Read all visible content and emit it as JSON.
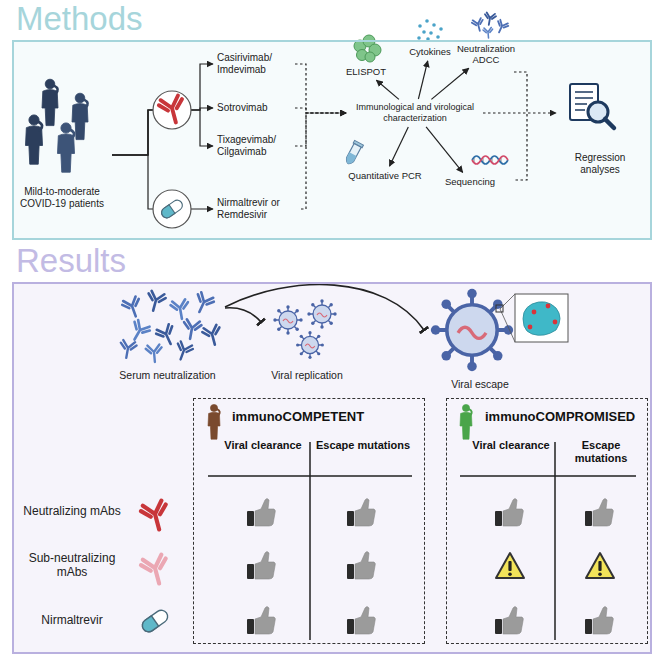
{
  "diagram": {
    "nodes": [
      {
        "text": [
          "Methods"
        ]
      },
      {
        "text": [
          "Mild-to-moderate COVID-19 patients"
        ],
        "in": 0
      },
      {
        "text": [
          "Casirivimab/ Imdevimab"
        ],
        "in": 0
      },
      {
        "text": [
          "Sotrovimab"
        ],
        "in": 0
      },
      {
        "text": [
          "Tixagevimab/ Cilgavimab"
        ],
        "in": 0
      },
      {
        "text": [
          "Nirmaltrevir or Remdesivir"
        ],
        "in": 0
      },
      {
        "text": [
          "Immunological and virological characterization"
        ],
        "in": 0
      },
      {
        "text": [
          "ELISPOT"
        ],
        "in": 0
      },
      {
        "text": [
          "Cytokines"
        ],
        "in": 0
      },
      {
        "text": [
          "Neutralization ADCC"
        ],
        "in": 0
      },
      {
        "text": [
          "Quantitative PCR"
        ],
        "in": 0
      },
      {
        "text": [
          "Sequencing"
        ],
        "in": 0
      },
      {
        "text": [
          "Regression analyses"
        ],
        "in": 0
      },
      {
        "text": [
          "Results"
        ]
      },
      {
        "text": [
          "Serum neutralization"
        ],
        "in": 13
      },
      {
        "text": [
          "Viral replication"
        ],
        "in": 13
      },
      {
        "text": [
          "Viral escape"
        ],
        "in": 13
      },
      {
        "text": [
          "immunoCOMPETENT",
          "Viral clearance",
          "Escape mutations"
        ],
        "in": 13
      },
      {
        "text": [
          "immunoCOMPROMISED",
          "Viral clearance",
          "Escape mutations"
        ],
        "in": 13
      }
    ],
    "edges": [
      {
        "from": 1,
        "to": 2,
        "arrow": "to"
      },
      {
        "from": 1,
        "to": 3,
        "arrow": "to"
      },
      {
        "from": 1,
        "to": 4,
        "arrow": "to"
      },
      {
        "from": 1,
        "to": 5,
        "arrow": "to"
      },
      {
        "from": 2,
        "to": 6,
        "arrow": "to"
      },
      {
        "from": 3,
        "to": 6,
        "arrow": "to"
      },
      {
        "from": 4,
        "to": 6,
        "arrow": "to"
      },
      {
        "from": 5,
        "to": 6,
        "arrow": "to"
      },
      {
        "from": 6,
        "to": 7,
        "arrow": "to"
      },
      {
        "from": 6,
        "to": 8,
        "arrow": "to"
      },
      {
        "from": 6,
        "to": 9,
        "arrow": "to"
      },
      {
        "from": 6,
        "to": 10,
        "arrow": "to"
      },
      {
        "from": 6,
        "to": 11,
        "arrow": "to"
      },
      {
        "from": 6,
        "to": 12,
        "arrow": "to"
      },
      {
        "from": 14,
        "to": 15,
        "arrow": "to"
      },
      {
        "from": 14,
        "to": 16,
        "arrow": "to"
      }
    ],
    "labels": [
      "Neutralizing mAbs",
      "Sub-neutralizing mAbs",
      "Nirmaltrevir"
    ]
  }
}
